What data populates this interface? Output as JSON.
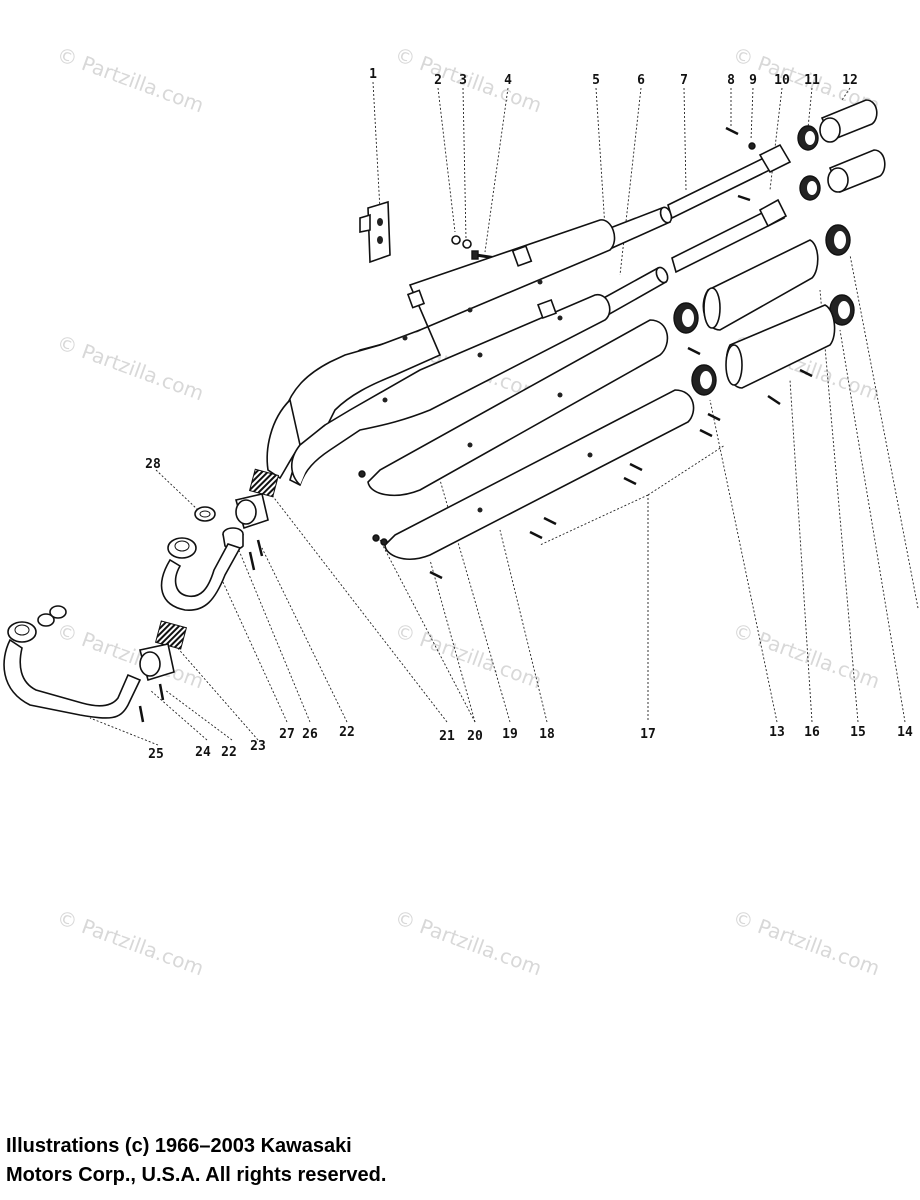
{
  "watermark": {
    "text": "© Partzilla.com"
  },
  "callouts": [
    "1",
    "2",
    "3",
    "4",
    "5",
    "6",
    "7",
    "8",
    "9",
    "10",
    "11",
    "12",
    "13",
    "14",
    "15",
    "16",
    "17",
    "18",
    "19",
    "20",
    "21",
    "22",
    "22",
    "23",
    "24",
    "25",
    "26",
    "27",
    "28"
  ],
  "copyright": {
    "line1": "Illustrations (c) 1966–2003 Kawasaki",
    "line2": "Motors Corp., U.S.A.  All rights reserved."
  }
}
